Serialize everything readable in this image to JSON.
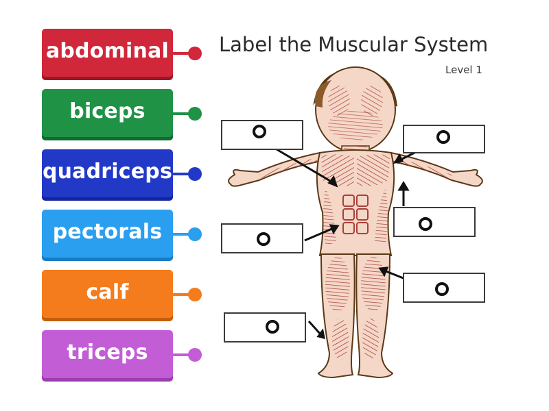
{
  "activity": {
    "title": "Label the Muscular System",
    "level": "Level 1"
  },
  "labels": [
    {
      "text": "abdominal",
      "color": "#d1273a",
      "shade": "#9e1626"
    },
    {
      "text": "biceps",
      "color": "#1f9246",
      "shade": "#0f6b2f"
    },
    {
      "text": "quadriceps",
      "color": "#2239c7",
      "shade": "#14249a"
    },
    {
      "text": "pectorals",
      "color": "#2a9ff0",
      "shade": "#1a7bc2"
    },
    {
      "text": "calf",
      "color": "#f57c1c",
      "shade": "#c45d0c"
    },
    {
      "text": "triceps",
      "color": "#c25dd6",
      "shade": "#9a3db0"
    }
  ],
  "figure": {
    "skin": "#f5d7c8",
    "muscle": "#a8403a",
    "hair": "#8a5a2b"
  }
}
